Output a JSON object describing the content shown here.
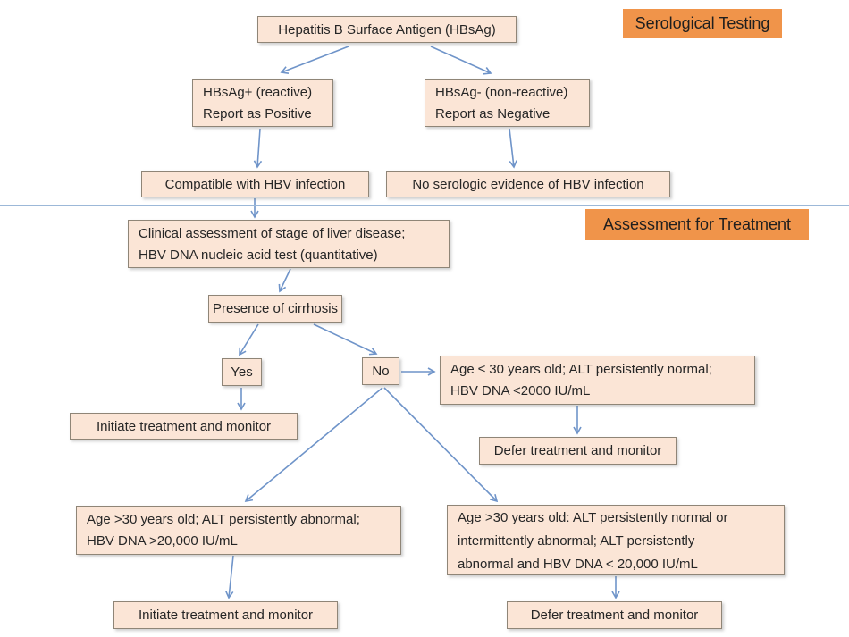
{
  "title": "HBV serological testing and treatment assessment flowchart",
  "colors": {
    "background": "#ffffff",
    "node_fill": "#FBE5D6",
    "node_border": "#8f8577",
    "section_label_fill": "#F0944A",
    "arrow": "#6f94c9",
    "divider": "#9cb8d8",
    "text": "#262626"
  },
  "labels": {
    "serological": "Serological Testing",
    "assessment": "Assessment for Treatment"
  },
  "nodes": {
    "hbsag_test": {
      "lines": [
        "Hepatitis B Surface Antigen (HBsAg)"
      ]
    },
    "hbsag_positive": {
      "lines": [
        "HBsAg+ (reactive)",
        "Report as Positive"
      ]
    },
    "hbsag_negative": {
      "lines": [
        "HBsAg- (non-reactive)",
        "Report as Negative"
      ]
    },
    "compatible": {
      "lines": [
        "Compatible with HBV infection"
      ]
    },
    "no_serologic": {
      "lines": [
        "No serologic evidence of HBV infection"
      ]
    },
    "clinical": {
      "lines": [
        "Clinical assessment of stage of liver disease;",
        "HBV DNA nucleic acid test (quantitative)"
      ]
    },
    "presence": {
      "lines": [
        "Presence of cirrhosis"
      ]
    },
    "yes": {
      "lines": [
        "Yes"
      ]
    },
    "no": {
      "lines": [
        "No"
      ]
    },
    "age_le30": {
      "lines": [
        "Age ≤ 30 years old; ALT persistently normal;",
        "HBV DNA <2000 IU/mL"
      ]
    },
    "initiate_top": {
      "lines": [
        "Initiate treatment and monitor"
      ]
    },
    "defer_top": {
      "lines": [
        "Defer treatment and monitor"
      ]
    },
    "age_gt30_left": {
      "lines": [
        "Age >30 years old; ALT persistently abnormal;",
        "HBV DNA >20,000 IU/mL"
      ]
    },
    "age_gt30_right": {
      "lines": [
        "Age >30 years old: ALT persistently normal or",
        "intermittently abnormal; ALT persistently",
        "abnormal and HBV DNA < 20,000 IU/mL"
      ]
    },
    "initiate_bottom": {
      "lines": [
        "Initiate treatment and monitor"
      ]
    },
    "defer_bottom": {
      "lines": [
        "Defer treatment and monitor"
      ]
    }
  },
  "edges": [
    {
      "from": "hbsag_test",
      "to": "hbsag_positive"
    },
    {
      "from": "hbsag_test",
      "to": "hbsag_negative"
    },
    {
      "from": "hbsag_positive",
      "to": "compatible"
    },
    {
      "from": "hbsag_negative",
      "to": "no_serologic"
    },
    {
      "from": "compatible",
      "to": "clinical"
    },
    {
      "from": "clinical",
      "to": "presence"
    },
    {
      "from": "presence",
      "to": "yes"
    },
    {
      "from": "presence",
      "to": "no"
    },
    {
      "from": "yes",
      "to": "initiate_top"
    },
    {
      "from": "no",
      "to": "age_le30"
    },
    {
      "from": "no",
      "to": "age_gt30_left"
    },
    {
      "from": "no",
      "to": "age_gt30_right"
    },
    {
      "from": "age_le30",
      "to": "defer_top"
    },
    {
      "from": "age_gt30_left",
      "to": "initiate_bottom"
    },
    {
      "from": "age_gt30_right",
      "to": "defer_bottom"
    }
  ]
}
